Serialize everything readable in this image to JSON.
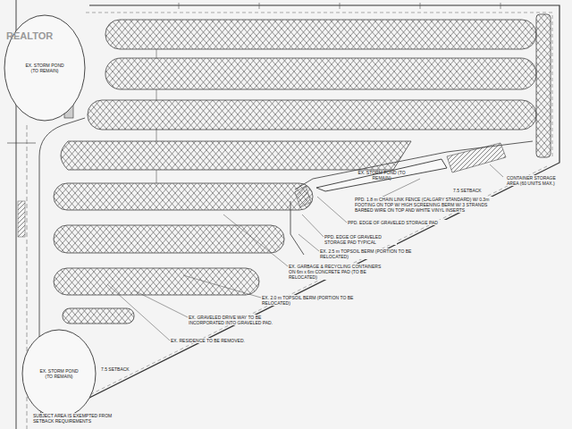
{
  "diagram": {
    "nodes": [
      {
        "text": [
          "EX. STORM POND (TO REMAIN)"
        ]
      },
      {
        "text": [
          "EX. STORM POND (TO REMAIN)"
        ]
      },
      {
        "text": [
          "EX. STORM POND (TO REMAIN)"
        ]
      }
    ],
    "labels": [
      "REALTOR",
      "CONTAINER STORAGE AREA (60 UNITS MAX.)",
      "7.5 SETBACK",
      "PPD. 1.8 m CHAIN LINK FENCE (CALGARY STANDARD) W/ 0.3m FOOTING ON TOP W/ HIGH SCREENING BERM W/ 3 STRANDS BARBED WIRE ON TOP AND WHITE VINYL INSERTS",
      "PPD. EDGE OF GRAVELED STORAGE PAD",
      "PPD. EDGE OF GRAVELED STORAGE PAD TYPICAL",
      "EX. 2.5 m TOPSOIL BERM (PORTION TO BE RELOCATED)",
      "EX. GARBAGE & RECYCLING CONTAINERS ON 6m x 6m CONCRETE PAD (TO BE RELOCATED)",
      "EX. 2.0 m TOPSOIL BERM (PORTION TO BE RELOCATED)",
      "EX. GRAVELED DRIVE WAY TO BE INCORPORATED INTO GRAVELED PAD.",
      "EX. RESIDENCE TO BE REMOVED.",
      "7.5 SETBACK",
      "SUBJECT AREA IS EXEMPTED FROM SETBACK REQUIREMENTS"
    ]
  }
}
